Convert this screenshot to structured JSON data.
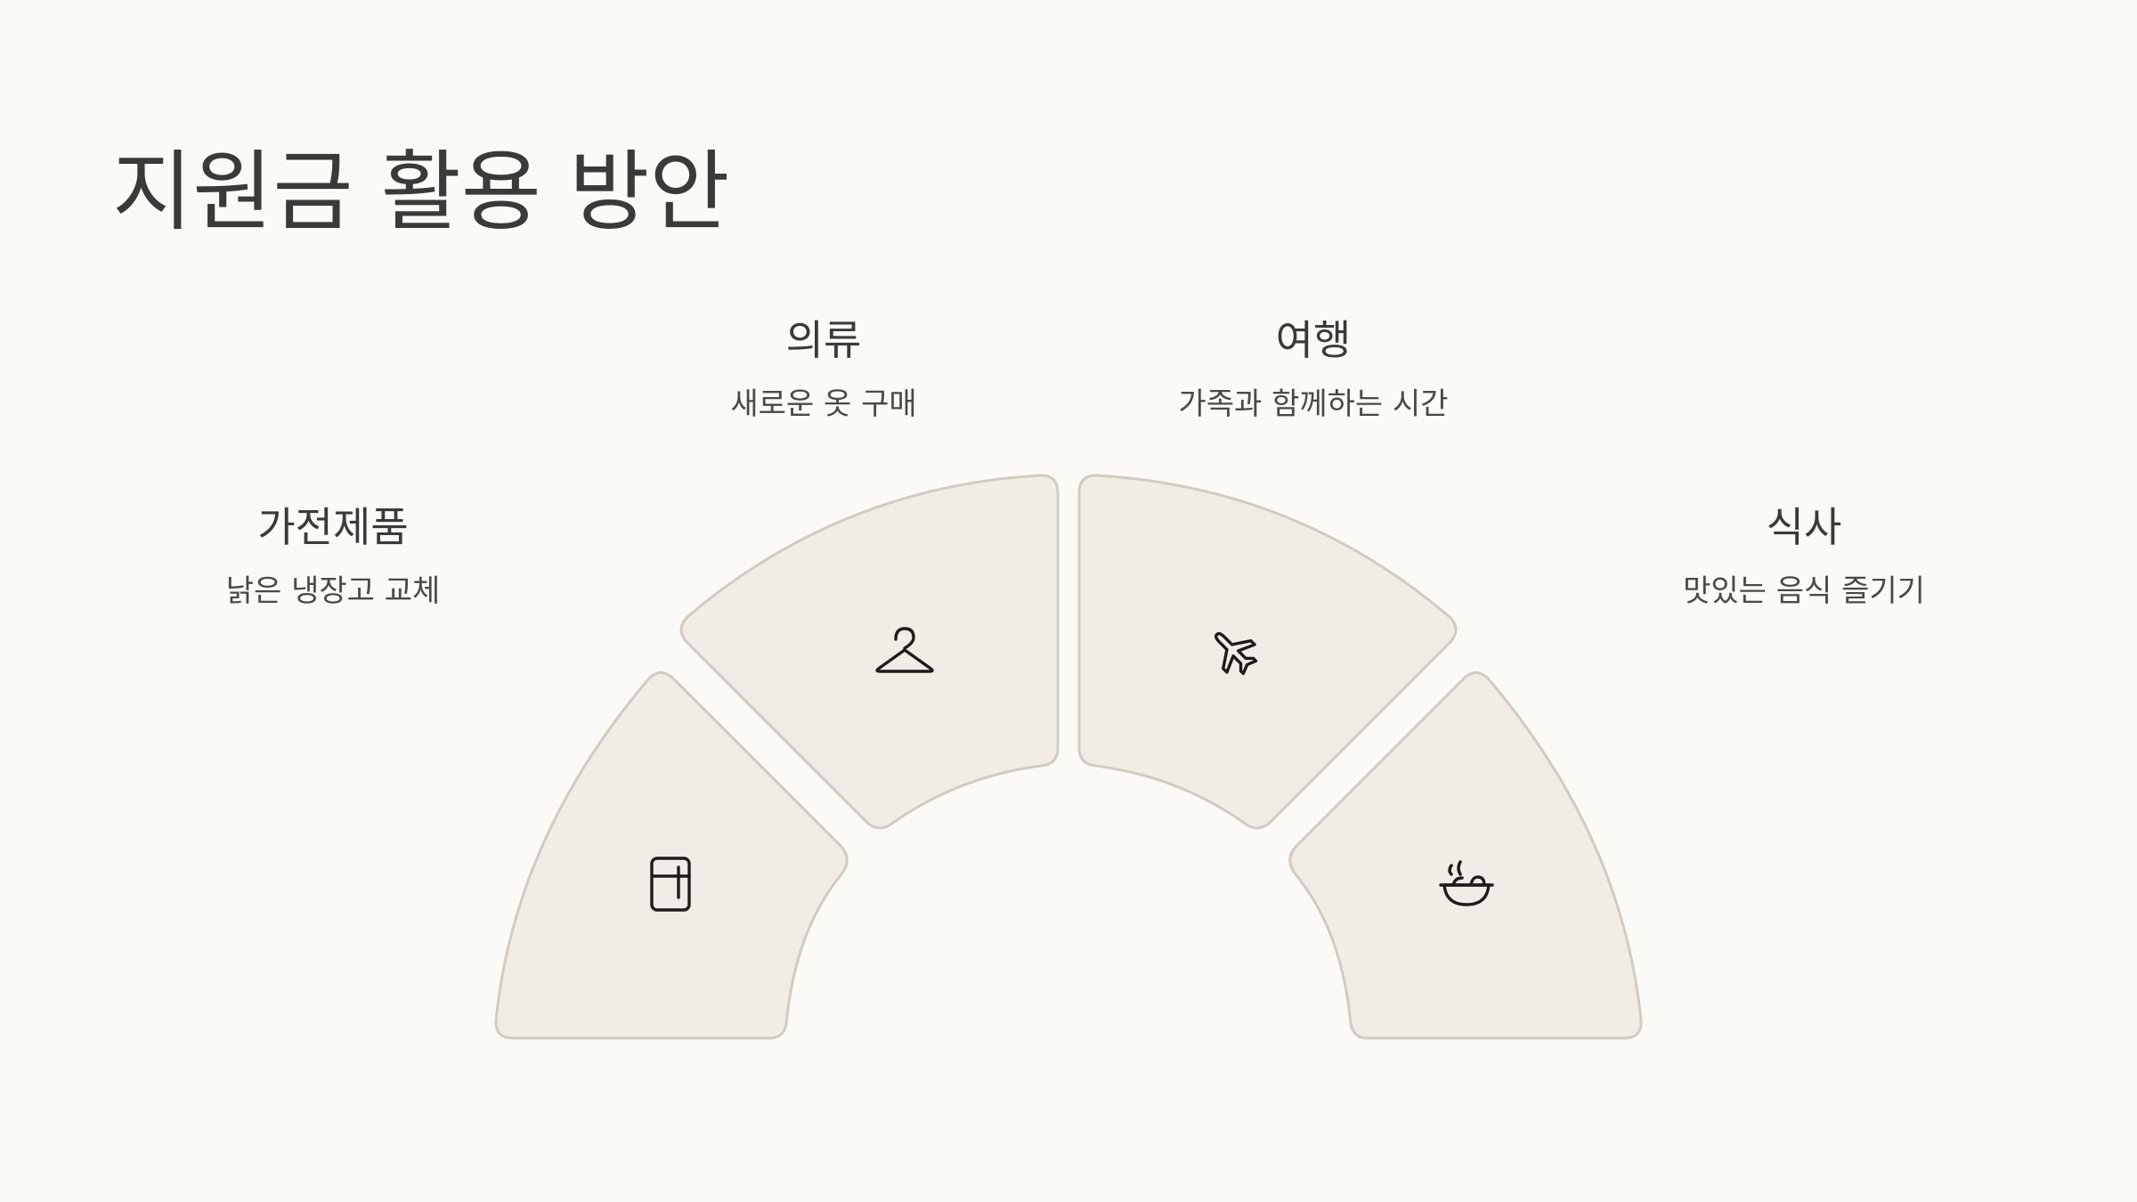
{
  "title": "지원금 활용 방안",
  "segments": [
    {
      "heading": "가전제품",
      "description": "낡은 냉장고 교체",
      "icon": "refrigerator-icon"
    },
    {
      "heading": "의류",
      "description": "새로운 옷 구매",
      "icon": "clothes-hanger-icon"
    },
    {
      "heading": "여행",
      "description": "가족과 함께하는 시간",
      "icon": "airplane-icon"
    },
    {
      "heading": "식사",
      "description": "맛있는 음식 즐기기",
      "icon": "food-bowl-icon"
    }
  ],
  "colors": {
    "background": "#fbfaf6",
    "segment_fill": "#f1ede6",
    "segment_stroke": "#d2cbc1",
    "text": "#3b3a38"
  }
}
